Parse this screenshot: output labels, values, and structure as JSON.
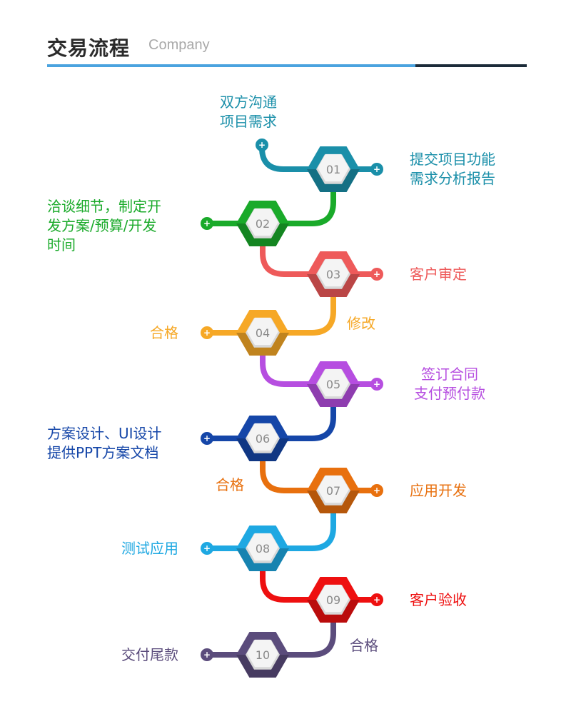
{
  "header": {
    "title": "交易流程",
    "subtitle": "Company"
  },
  "steps": [
    {
      "num": "01",
      "color": "#1a8fa9",
      "lines": [
        "提交项目功能",
        "需求分析报告"
      ]
    },
    {
      "num": "02",
      "color": "#1aaa2a",
      "lines": [
        "洽谈细节，制定开",
        "发方案/预算/开发",
        "时间"
      ]
    },
    {
      "num": "03",
      "color": "#ee5a5a",
      "lines": [
        "客户审定"
      ]
    },
    {
      "num": "04",
      "color": "#f6a826",
      "lines": [
        "合格"
      ]
    },
    {
      "num": "05",
      "color": "#b64ee0",
      "lines": [
        "签订合同",
        "支付预付款"
      ]
    },
    {
      "num": "06",
      "color": "#1546a8",
      "lines": [
        "方案设计、UI设计",
        "提供PPT方案文档"
      ]
    },
    {
      "num": "07",
      "color": "#e8700e",
      "lines": [
        "应用开发"
      ]
    },
    {
      "num": "08",
      "color": "#1ea8e2",
      "lines": [
        "测试应用"
      ]
    },
    {
      "num": "09",
      "color": "#ee1010",
      "lines": [
        "客户验收"
      ]
    },
    {
      "num": "10",
      "color": "#5b4c7c",
      "lines": [
        "交付尾款"
      ]
    }
  ],
  "connector_labels": [
    {
      "text": "双方沟通\n项目需求",
      "color": "#1a8fa9"
    },
    {
      "text": "修改",
      "color": "#f6a826"
    },
    {
      "text": "合格",
      "color": "#e8700e"
    },
    {
      "text": "合格",
      "color": "#5b4c7c"
    }
  ],
  "plus_symbol": "+"
}
